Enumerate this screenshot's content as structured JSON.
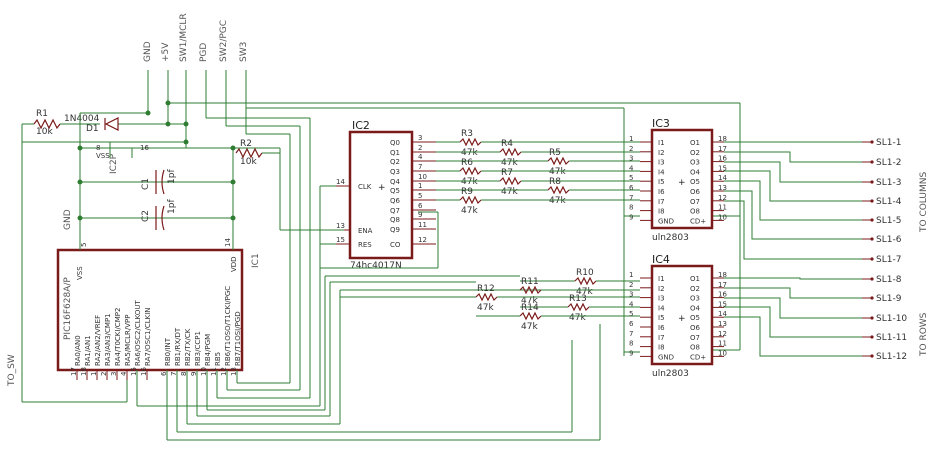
{
  "power_labels": [
    "GND",
    "+5V",
    "SW1/MCLR",
    "PGD",
    "SW2/PGC",
    "SW3"
  ],
  "components": {
    "r1": {
      "name": "R1",
      "value": "10k"
    },
    "d1": {
      "name": "D1",
      "value": "1N4004"
    },
    "r2": {
      "name": "R2",
      "value": "10k"
    },
    "ic2p": {
      "name": "IC2P",
      "vss": "VSS",
      "pin8": "8",
      "pin16": "16"
    },
    "c1": {
      "name": "C1",
      "value": "1pf"
    },
    "c2": {
      "name": "C2",
      "value": "1pf"
    },
    "gnd_label": "GND",
    "r_col": [
      {
        "name": "R3",
        "value": "47k"
      },
      {
        "name": "R4",
        "value": "47k"
      },
      {
        "name": "R5",
        "value": "47k"
      },
      {
        "name": "R6",
        "value": "47k"
      },
      {
        "name": "R7",
        "value": "47k"
      },
      {
        "name": "R8",
        "value": "47k"
      },
      {
        "name": "R9",
        "value": "47k"
      }
    ],
    "r_row": [
      {
        "name": "R10",
        "value": "47k"
      },
      {
        "name": "R11",
        "value": "47k"
      },
      {
        "name": "R12",
        "value": "47k"
      },
      {
        "name": "R13",
        "value": "47k"
      },
      {
        "name": "R14",
        "value": "47k"
      }
    ]
  },
  "ic1": {
    "name": "IC1",
    "part": "PIC16F628A/P",
    "vss": "VSS",
    "vdd": "VDD",
    "pin5": "5",
    "pin14": "14",
    "left_pins": [
      "RA0/AN0",
      "RA1/AN1",
      "RA2/AN2/VREF",
      "RA3/AN3/CMP1",
      "RA4/T0CKI/CMP2",
      "RA5/MCLR/VPP",
      "RA6/OSC2/CLKOUT",
      "RA7/OSC1/CLKIN"
    ],
    "right_pins": [
      "RB0/INT",
      "RB1/RX/DT",
      "RB2/TX/CK",
      "RB3/CCP1",
      "RB4/PGM",
      "RB5",
      "RB6/T1OSO/T1CKI/PGC",
      "RB7/T1OSI/PGD"
    ],
    "left_nums": [
      "17",
      "18",
      "1",
      "2",
      "3",
      "4",
      "15",
      "16"
    ],
    "right_nums": [
      "6",
      "7",
      "8",
      "9",
      "10",
      "11",
      "12",
      "13"
    ]
  },
  "ic2": {
    "name": "IC2",
    "part": "74hc4017N",
    "outputs": [
      "Q0",
      "Q1",
      "Q2",
      "Q3",
      "Q4",
      "Q5",
      "Q6",
      "Q7",
      "Q8",
      "Q9",
      "CO"
    ],
    "out_nums": [
      "3",
      "2",
      "4",
      "7",
      "10",
      "1",
      "5",
      "6",
      "9",
      "11",
      "12"
    ],
    "inputs": [
      "CLK",
      "ENA",
      "RES"
    ],
    "in_nums": [
      "14",
      "13",
      "15"
    ]
  },
  "ic3": {
    "name": "IC3",
    "part": "uln2803",
    "inputs": [
      "I1",
      "I2",
      "I3",
      "I4",
      "I5",
      "I6",
      "I7",
      "I8",
      "GND"
    ],
    "in_nums": [
      "1",
      "2",
      "3",
      "4",
      "5",
      "6",
      "7",
      "8",
      "9"
    ],
    "outputs": [
      "O1",
      "O2",
      "O3",
      "O4",
      "O5",
      "O6",
      "O7",
      "O8",
      "CD+"
    ],
    "out_nums": [
      "18",
      "17",
      "16",
      "15",
      "14",
      "13",
      "12",
      "11",
      "10"
    ]
  },
  "ic4": {
    "name": "IC4",
    "part": "uln2803",
    "inputs": [
      "I1",
      "I2",
      "I3",
      "I4",
      "I5",
      "I6",
      "I7",
      "I8",
      "GND"
    ],
    "in_nums": [
      "1",
      "2",
      "3",
      "4",
      "5",
      "6",
      "7",
      "8",
      "9"
    ],
    "outputs": [
      "O1",
      "O2",
      "O3",
      "O4",
      "O5",
      "O6",
      "O7",
      "O8",
      "CD+"
    ],
    "out_nums": [
      "18",
      "17",
      "16",
      "15",
      "14",
      "13",
      "12",
      "11",
      "10"
    ]
  },
  "connectors": [
    "SL1-1",
    "SL1-2",
    "SL1-3",
    "SL1-4",
    "SL1-5",
    "SL1-6",
    "SL1-7",
    "SL1-8",
    "SL1-9",
    "SL1-10",
    "SL1-11",
    "SL1-12"
  ],
  "side_labels": {
    "columns": "TO COLUMNS",
    "rows": "TO ROWS",
    "sw": "TO_SW"
  }
}
